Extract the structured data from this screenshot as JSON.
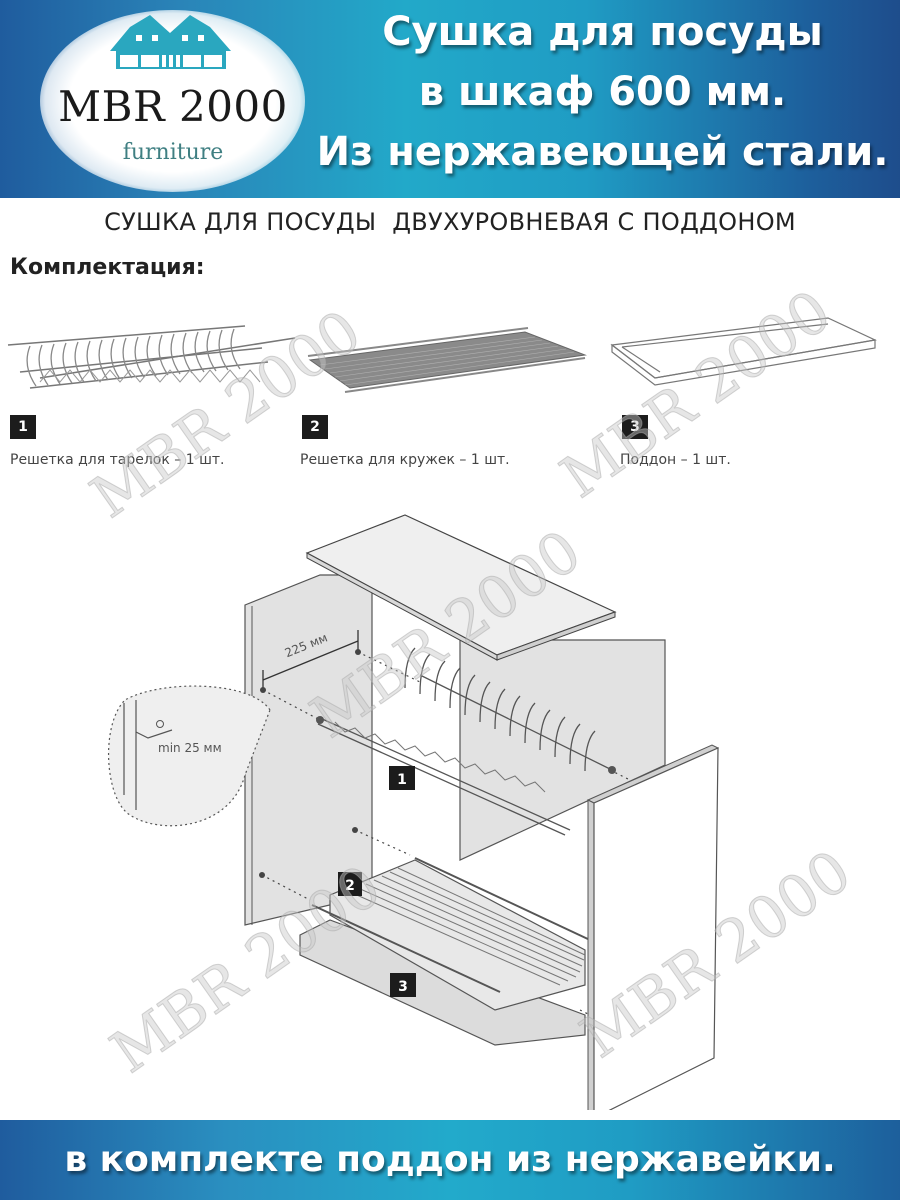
{
  "header": {
    "logo": {
      "title": "MBR 2000",
      "subtitle": "furniture",
      "icon": "houses-icon"
    },
    "headline": {
      "line1": "Сушка для посуды",
      "line2": "в шкаф 600 мм.",
      "line3": "Из нержавеющей стали."
    },
    "colors": {
      "banner_dark": "#1f5c9e",
      "banner_light": "#22a9c9",
      "logo_icon": "#2aa7bf",
      "logo_sub": "#3f7f82"
    }
  },
  "product": {
    "subtitle": "СУШКА ДЛЯ ПОСУДЫ  ДВУХУРОВНЕВАЯ С ПОДДОНОМ",
    "kit_heading": "Комплектация:",
    "parts": [
      {
        "number": "1",
        "label": "Решетка для тарелок – 1 шт.",
        "icon": "plate-rack-icon"
      },
      {
        "number": "2",
        "label": "Решетка для кружек – 1 шт.",
        "icon": "cup-rack-icon"
      },
      {
        "number": "3",
        "label": "Поддон – 1 шт.",
        "icon": "drip-tray-icon"
      }
    ]
  },
  "diagram": {
    "dimension_spacing": "225 мм",
    "dimension_min_offset": "min 25 мм",
    "callouts": [
      "1",
      "2",
      "3"
    ]
  },
  "watermark": "MBR 2000",
  "footer": {
    "text": "в комплекте поддон из нержавейки."
  }
}
